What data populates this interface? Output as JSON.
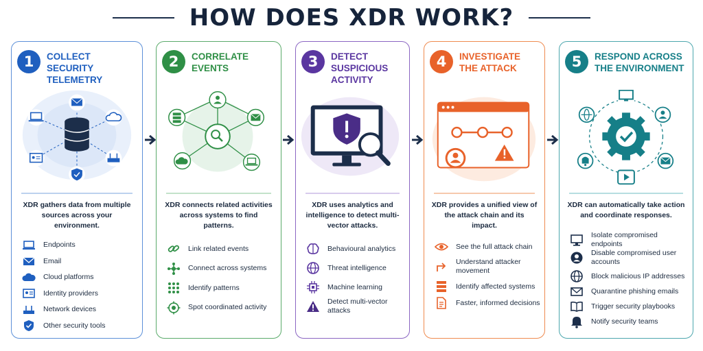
{
  "title": "HOW DOES XDR WORK?",
  "colors": {
    "step1": "#1f5fbf",
    "step2": "#2f8f46",
    "step3": "#5a36a0",
    "step4": "#e8622a",
    "step5": "#167f88",
    "navy": "#1c2e4a"
  },
  "steps": [
    {
      "number": "1",
      "heading": [
        "COLLECT",
        "SECURITY",
        "TELEMETRY"
      ],
      "description": "XDR gathers data from multiple sources across your environment.",
      "items": [
        {
          "icon": "laptop-icon",
          "label": "Endpoints"
        },
        {
          "icon": "email-icon",
          "label": "Email"
        },
        {
          "icon": "cloud-icon",
          "label": "Cloud platforms"
        },
        {
          "icon": "id-card-icon",
          "label": "Identity providers"
        },
        {
          "icon": "network-router-icon",
          "label": "Network devices"
        },
        {
          "icon": "shield-icon",
          "label": "Other security tools"
        }
      ]
    },
    {
      "number": "2",
      "heading": [
        "CORRELATE",
        "EVENTS"
      ],
      "description": "XDR connects related activities across systems to find patterns.",
      "items": [
        {
          "icon": "link-icon",
          "label": "Link related events"
        },
        {
          "icon": "connect-nodes-icon",
          "label": "Connect across systems"
        },
        {
          "icon": "pattern-grid-icon",
          "label": "Identify patterns"
        },
        {
          "icon": "target-icon",
          "label": "Spot coordinated activity"
        }
      ]
    },
    {
      "number": "3",
      "heading": [
        "DETECT",
        "SUSPICIOUS",
        "ACTIVITY"
      ],
      "description": "XDR uses analytics and intelligence to detect multi-vector attacks.",
      "items": [
        {
          "icon": "brain-icon",
          "label": "Behavioural analytics"
        },
        {
          "icon": "globe-icon",
          "label": "Threat intelligence"
        },
        {
          "icon": "chip-icon",
          "label": "Machine learning"
        },
        {
          "icon": "warning-icon",
          "label": "Detect multi-vector attacks"
        }
      ]
    },
    {
      "number": "4",
      "heading": [
        "INVESTIGATE",
        "THE ATTACK"
      ],
      "description": "XDR provides a unified view of the attack chain and its impact.",
      "items": [
        {
          "icon": "eye-icon",
          "label": "See the full attack chain"
        },
        {
          "icon": "path-arrow-icon",
          "label": "Understand attacker movement"
        },
        {
          "icon": "server-icon",
          "label": "Identify affected systems"
        },
        {
          "icon": "document-icon",
          "label": "Faster, informed decisions"
        }
      ]
    },
    {
      "number": "5",
      "heading": [
        "RESPOND ACROSS",
        "THE ENVIRONMENT"
      ],
      "description": "XDR can automatically take action and coordinate responses.",
      "items": [
        {
          "icon": "monitor-icon",
          "label": "Isolate compromised endpoints"
        },
        {
          "icon": "user-icon",
          "label": "Disable compromised user accounts"
        },
        {
          "icon": "globe-icon",
          "label": "Block malicious IP addresses"
        },
        {
          "icon": "email-icon",
          "label": "Quarantine phishing emails"
        },
        {
          "icon": "book-icon",
          "label": "Trigger security playbooks"
        },
        {
          "icon": "bell-icon",
          "label": "Notify security teams"
        }
      ]
    }
  ]
}
